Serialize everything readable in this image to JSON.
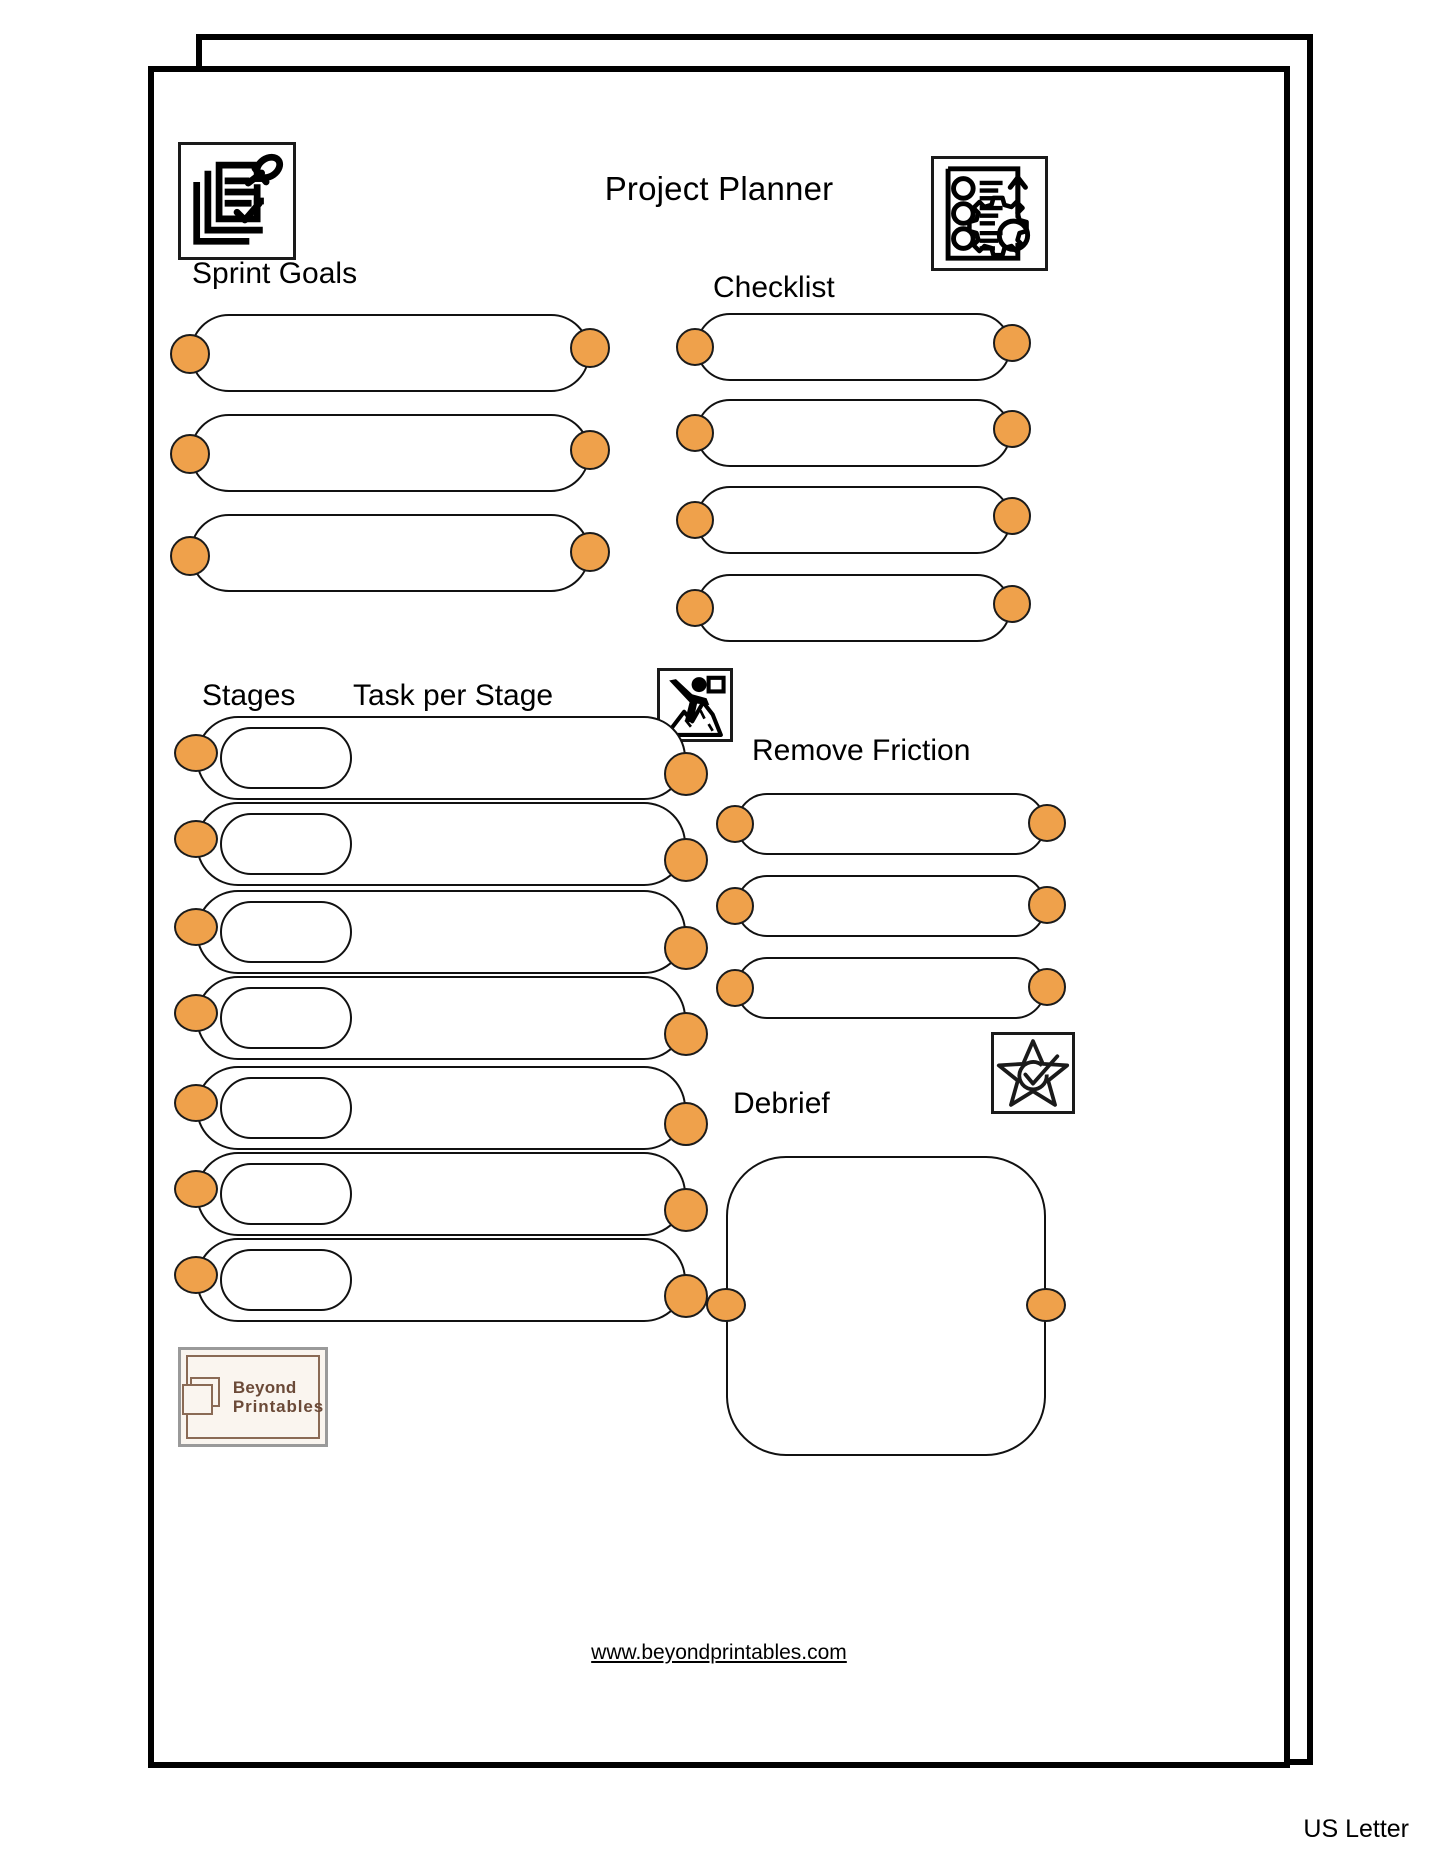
{
  "document": {
    "title": "Project Planner",
    "paper_size_label": "US Letter",
    "footer_url": "www.beyondprintables.com",
    "accent_color": "#efa14b",
    "line_color": "#111111",
    "background_color": "#ffffff"
  },
  "brand": {
    "name_line1": "Beyond",
    "name_line2": "Printables",
    "mark_icon": "stacked-squares-icon",
    "background_color": "#faf5ef",
    "text_color": "#6b4a38"
  },
  "sections": {
    "sprint_goals": {
      "caption": "Sprint Goals",
      "icon": "pinned-checklist-documents-icon",
      "rows": [
        "",
        "",
        ""
      ]
    },
    "checklist": {
      "caption": "Checklist",
      "icon": "numbered-steps-gear-icon",
      "rows": [
        "",
        "",
        "",
        ""
      ]
    },
    "stages": {
      "caption_left": "Stages",
      "caption_right": "Task per Stage",
      "icon": "climber-summit-flag-icon",
      "rows": [
        {
          "stage": "",
          "task": ""
        },
        {
          "stage": "",
          "task": ""
        },
        {
          "stage": "",
          "task": ""
        },
        {
          "stage": "",
          "task": ""
        },
        {
          "stage": "",
          "task": ""
        },
        {
          "stage": "",
          "task": ""
        },
        {
          "stage": "",
          "task": ""
        }
      ]
    },
    "remove_friction": {
      "caption": "Remove Friction",
      "rows": [
        "",
        "",
        ""
      ]
    },
    "debrief": {
      "caption": "Debrief",
      "icon": "star-check-icon",
      "value": ""
    }
  }
}
